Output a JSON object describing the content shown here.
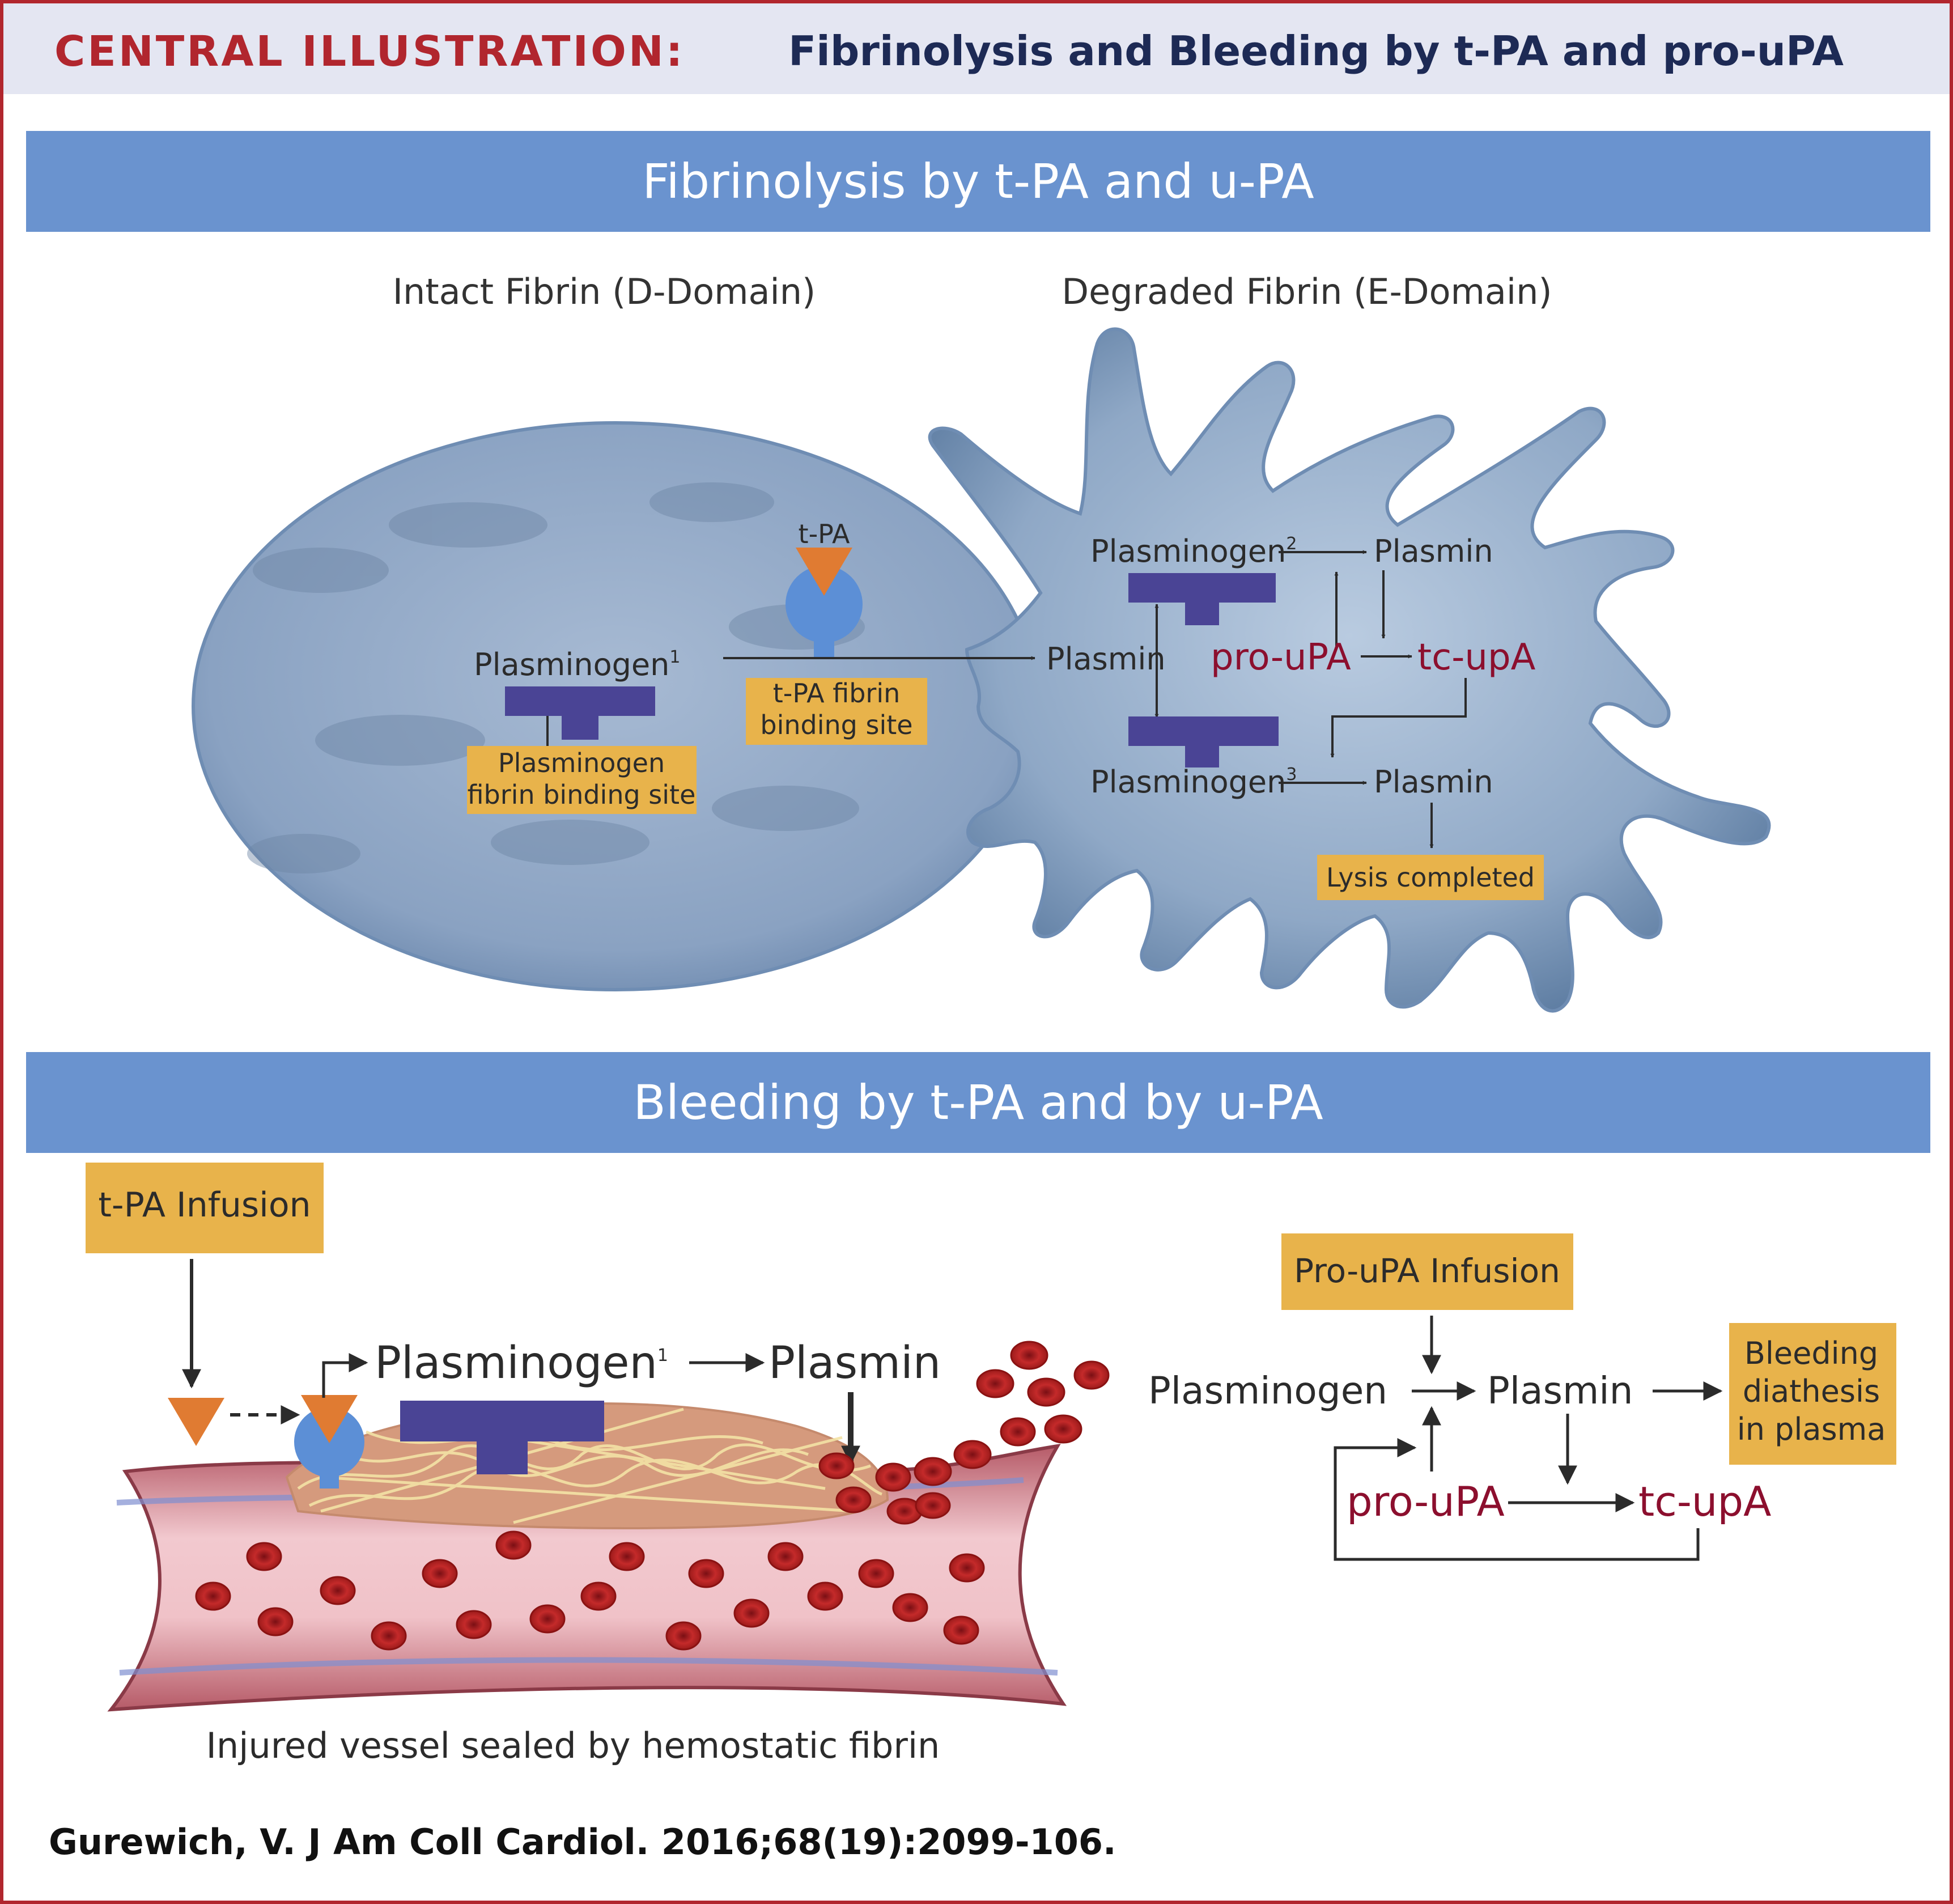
{
  "header": {
    "title": "CENTRAL ILLUSTRATION:",
    "subtitle": "Fibrinolysis and Bleeding by t-PA and pro-uPA"
  },
  "fibrinolysis": {
    "banner": "Fibrinolysis by t-PA and u-PA",
    "left_heading": "Intact Fibrin (D-Domain)",
    "right_heading": "Degraded Fibrin (E-Domain)",
    "tpa_label": "t-PA",
    "plasminogen1": "Plasminogen",
    "sup1": "1",
    "plasminogen_site": [
      "Plasminogen",
      "fibrin binding site"
    ],
    "tpa_site": [
      "t-PA fibrin",
      "binding site"
    ],
    "plasmin_center": "Plasmin",
    "plasminogen2": "Plasminogen",
    "sup2": "2",
    "plasmin_top": "Plasmin",
    "pro_upa": "pro-uPA",
    "tc_upa": "tc-upA",
    "plasminogen3": "Plasminogen",
    "sup3": "3",
    "plasmin_bottom": "Plasmin",
    "lysis": "Lysis completed"
  },
  "bleeding": {
    "banner": "Bleeding by t-PA and by u-PA",
    "tpa_infusion": "t-PA Infusion",
    "plasminogen1": "Plasminogen",
    "sup1": "1",
    "plasmin": "Plasmin",
    "vessel_caption": "Injured vessel sealed by hemostatic fibrin",
    "prouPA_infusion": "Pro-uPA Infusion",
    "plasminogen": "Plasminogen",
    "plasmin_right": "Plasmin",
    "bleeding_diathesis": [
      "Bleeding",
      "diathesis",
      "in plasma"
    ],
    "pro_upa": "pro-uPA",
    "tc_upa": "tc-upA"
  },
  "citation": "Gurewich, V. J Am Coll Cardiol. 2016;68(19):2099-106.",
  "colors": {
    "frame": "#b1262e",
    "banner": "#6a93cf",
    "label_box": "#e8b34b",
    "binding_bar": "#4a4495",
    "receptor": "#5c8fd6",
    "tpa_triangle": "#e07b32",
    "upa_text": "#8c0f2e",
    "fibrin": "#8fa8c6",
    "vessel": "#c9767f",
    "rbc": "#b41f1f"
  }
}
